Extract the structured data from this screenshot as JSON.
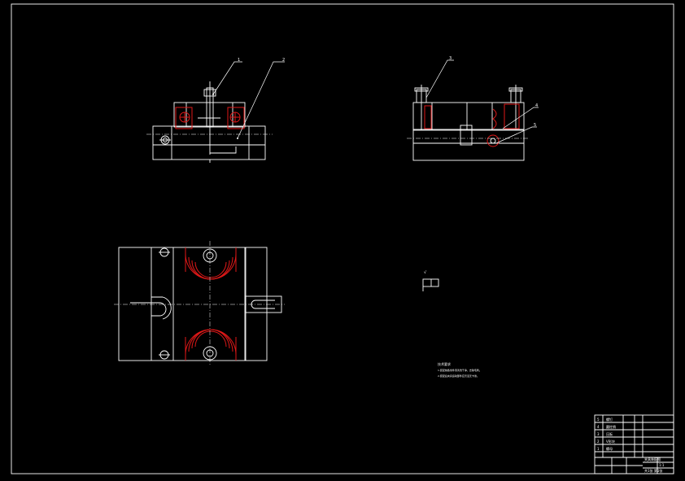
{
  "balloons": {
    "front": [
      "1",
      "2"
    ],
    "side": [
      "3",
      "4",
      "5"
    ]
  },
  "roughness_symbol": "√",
  "notes_title": "技术要求",
  "notes": [
    "1.装配前各零件须清洗干净，去除毛刺。",
    "2.装配后夹具运动部件应灵活无卡滞。"
  ],
  "title_block": {
    "drawing_name": "夹具装配图",
    "scale": "1:1",
    "sheet": "共1张 第1张",
    "parts": [
      {
        "no": "5",
        "name": "螺钉"
      },
      {
        "no": "4",
        "name": "圆柱销"
      },
      {
        "no": "3",
        "name": "压板"
      },
      {
        "no": "2",
        "name": "V形块"
      },
      {
        "no": "1",
        "name": "螺母"
      }
    ]
  }
}
